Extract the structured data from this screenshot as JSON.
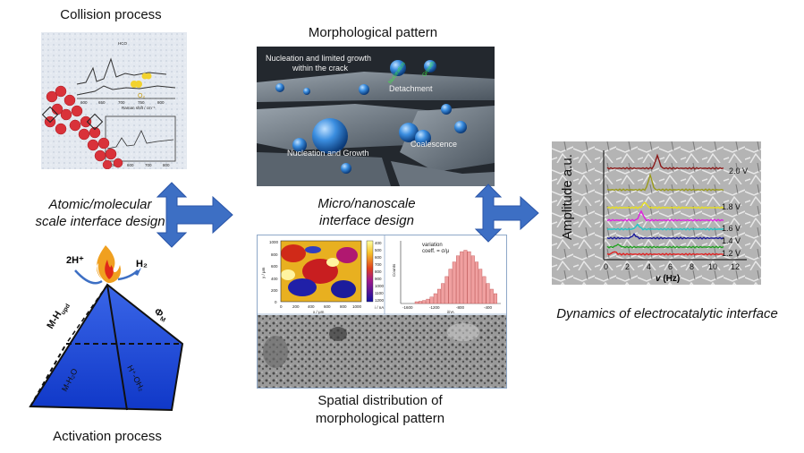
{
  "titles": {
    "collision": "Collision process",
    "morphological": "Morphological pattern",
    "atomic_line1": "Atomic/molecular",
    "atomic_line2": "scale interface design",
    "micro_line1": "Micro/nanoscale",
    "micro_line2": "interface design",
    "dynamics": "Dynamics of electrocatalytic interface",
    "activation": "Activation process",
    "spatial_line1": "Spatial distribution of",
    "spatial_line2": "morphological pattern"
  },
  "raman_panel": {
    "xlabel": "Raman shift / cm⁻¹",
    "axis_ticks": [
      "600",
      "650",
      "700",
      "750",
      "800"
    ],
    "lower_ticks": [
      "500",
      "600",
      "700",
      "800"
    ],
    "species_label": "O₂",
    "note": "HCO"
  },
  "morph_panel": {
    "nucleation_crack_line1": "Nucleation and limited growth",
    "nucleation_crack_line2": "within the crack",
    "detachment": "Detachment",
    "coalescence": "Coalescence",
    "nucleation_growth": "Nucleation and Growth",
    "green_label1": "Nucleation",
    "green_label2": "Growth"
  },
  "heatmap_panel": {
    "x_ticks": [
      "0",
      "200",
      "400",
      "600",
      "800",
      "1000"
    ],
    "y_ticks": [
      "1000",
      "800",
      "600",
      "400",
      "200",
      "0"
    ],
    "xlabel": "x / μm",
    "ylabel": "y / μm",
    "colorbar_ticks": [
      "400",
      "500",
      "600",
      "700",
      "800",
      "900",
      "1000",
      "1100",
      "1200"
    ],
    "colorbar_unit": "i / nA"
  },
  "histogram_panel": {
    "legend_line1": "variation",
    "legend_line2": "coeff. = σ/μ",
    "ylabel": "Counts",
    "xlabel": "i/nA",
    "x_ticks": [
      "-1600",
      "-1200",
      "-800",
      "-400"
    ]
  },
  "pyramid": {
    "reactant": "2H⁺",
    "product": "H₂",
    "edge_left": "M-H",
    "edge_left_sub": "upd",
    "edge_right": "Φ",
    "edge_right_sub": "M",
    "face_left": "M-H₂O",
    "face_right": "H⁺-OH₂"
  },
  "spectra_panel": {
    "ylabel": "Amplitude  a.u.",
    "xlabel_symbol": "v",
    "xlabel_unit": "(Hz)",
    "x_ticks": [
      "0",
      "2",
      "4",
      "6",
      "8",
      "10",
      "12"
    ],
    "voltages": [
      "2.0 V",
      "1.8 V",
      "1.6 V",
      "1.4 V",
      "1.2 V"
    ],
    "colors": [
      "#8b1a1a",
      "#9a9a1a",
      "#e8e020",
      "#e020e0",
      "#20c8c8",
      "#1a1a9a",
      "#20a020",
      "#e02020"
    ]
  },
  "colors": {
    "arrow": "#3d6fc4",
    "pyramid": "#1f4fd6"
  }
}
